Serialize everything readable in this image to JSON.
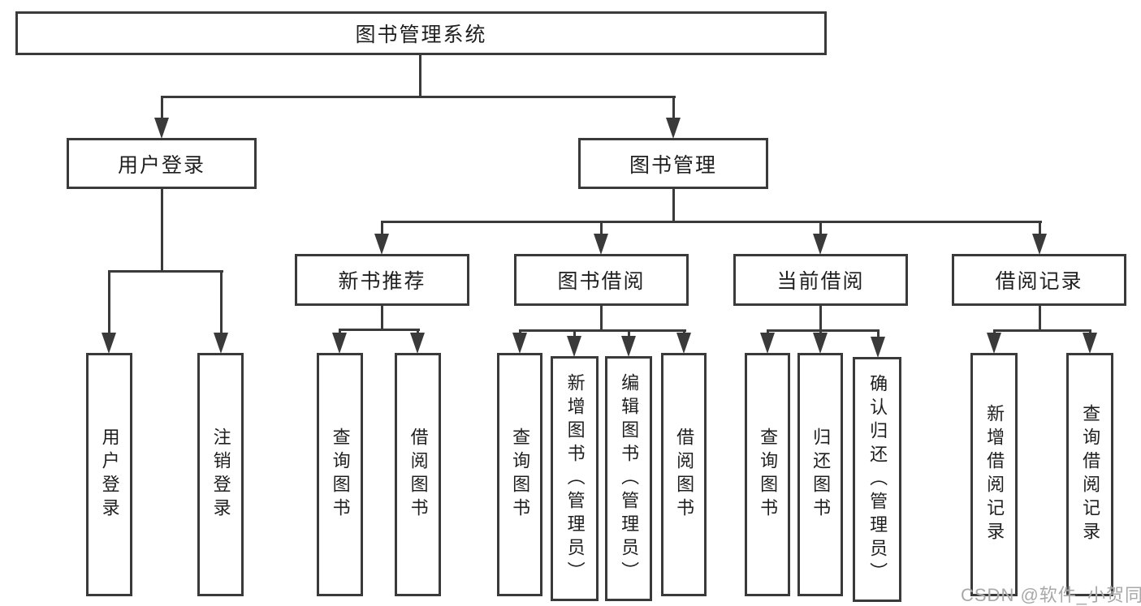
{
  "diagram": {
    "colors": {
      "line": "#3a3a3a",
      "text": "#1f1f1f",
      "watermark": "#a8a8a8",
      "background": "#ffffff"
    },
    "watermark": "CSDN @软件_小贺同学",
    "root": {
      "label": "图书管理系统",
      "children": [
        {
          "label": "用户登录",
          "children": [
            {
              "label": "用户登录"
            },
            {
              "label": "注销登录"
            }
          ]
        },
        {
          "label": "图书管理",
          "children": [
            {
              "label": "新书推荐",
              "children": [
                {
                  "label": "查询图书"
                },
                {
                  "label": "借阅图书"
                }
              ]
            },
            {
              "label": "图书借阅",
              "children": [
                {
                  "label": "查询图书"
                },
                {
                  "label": "新增图书（管理员）"
                },
                {
                  "label": "编辑图书（管理员）"
                },
                {
                  "label": "借阅图书"
                }
              ]
            },
            {
              "label": "当前借阅",
              "children": [
                {
                  "label": "查询图书"
                },
                {
                  "label": "归还图书"
                },
                {
                  "label": "确认归还（管理员）"
                }
              ]
            },
            {
              "label": "借阅记录",
              "children": [
                {
                  "label": "新增借阅记录"
                },
                {
                  "label": "查询借阅记录"
                }
              ]
            }
          ]
        }
      ]
    }
  }
}
